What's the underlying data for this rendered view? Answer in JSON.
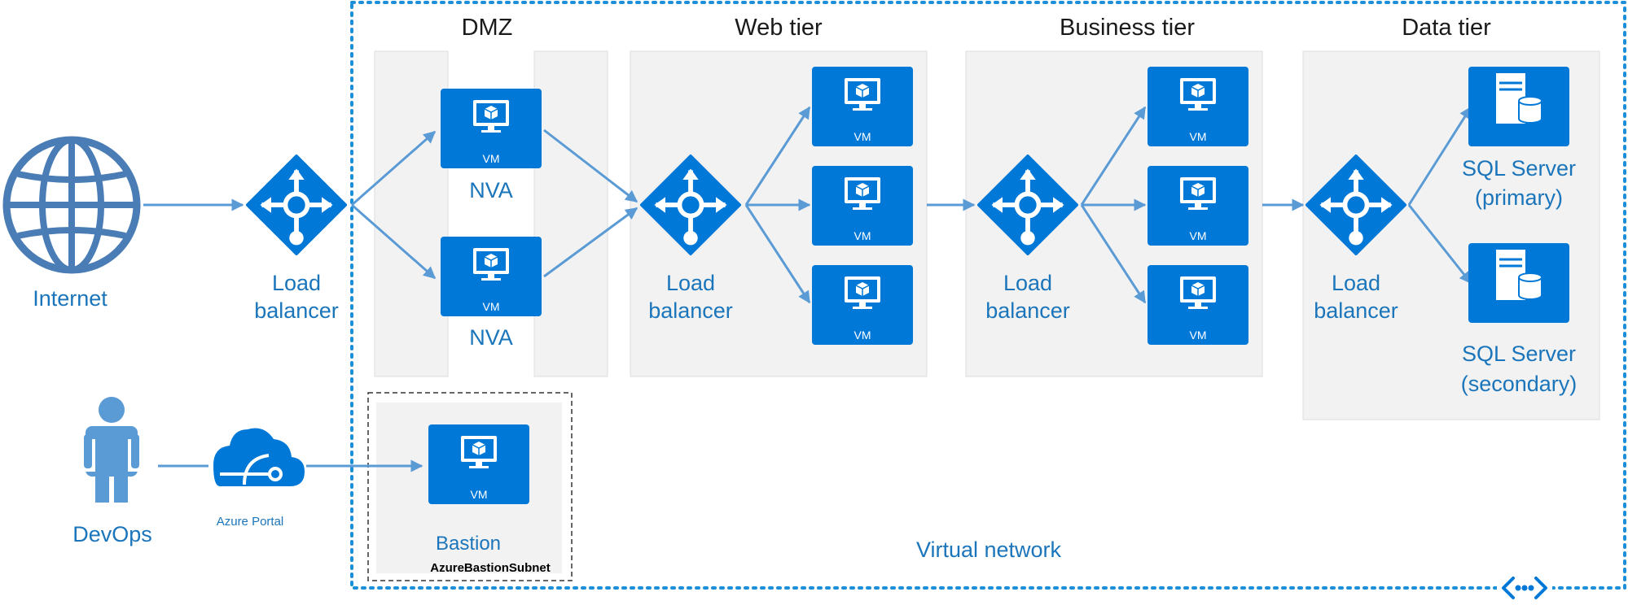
{
  "tiers": {
    "dmz": "DMZ",
    "web": "Web tier",
    "business": "Business tier",
    "data": "Data tier"
  },
  "internet": "Internet",
  "devops": "DevOps",
  "azure_portal": "Azure Portal",
  "load_balancer": [
    "Load",
    "balancer"
  ],
  "nva": "NVA",
  "vm": "VM",
  "sql_primary": [
    "SQL Server",
    "(primary)"
  ],
  "sql_secondary": [
    "SQL Server",
    "(secondary)"
  ],
  "bastion": "Bastion",
  "bastion_subnet": "AzureBastionSubnet",
  "virtual_network": "Virtual network",
  "colors": {
    "azure_blue": "#0078d7",
    "label_blue": "#1b75bb",
    "arrow_blue": "#5b9bd5",
    "globe_blue": "#4a7cb5",
    "panel_grey": "#f2f2f2"
  }
}
